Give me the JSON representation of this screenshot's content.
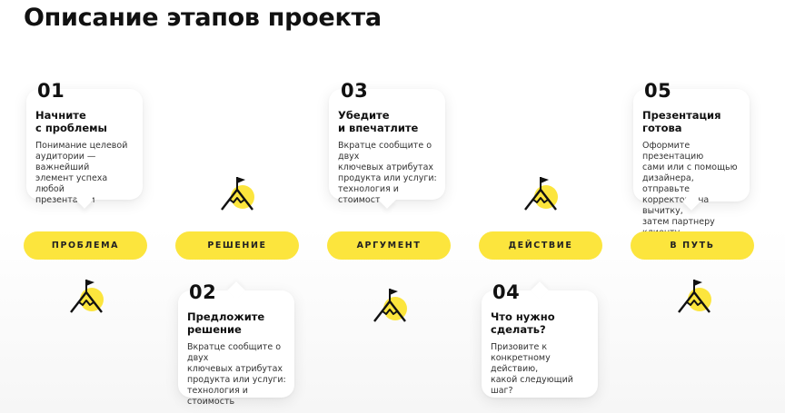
{
  "title": "Описание этапов проекта",
  "accent_color": "#fce53d",
  "stages": [
    {
      "num": "01",
      "title": "Начните\nс проблемы",
      "text": "Понимание целевой\nаудитории — важнейший\nэлемент успеха любой\nпрезентации",
      "pill": "ПРОБЛЕМА"
    },
    {
      "num": "02",
      "title": "Предложите\nрешение",
      "text": "Вкратце сообщите о двух\nключевых атрибутах\nпродукта или услуги:\nтехнология и стоимость",
      "pill": "РЕШЕНИЕ"
    },
    {
      "num": "03",
      "title": "Убедите\nи впечатлите",
      "text": "Вкратце сообщите о двух\nключевых атрибутах\nпродукта или услуги:\nтехнология и стоимость",
      "pill": "АРГУМЕНТ"
    },
    {
      "num": "04",
      "title": "Что нужно сделать?",
      "text": "Призовите к\nконкретному действию,\nкакой следующий шаг?",
      "pill": "ДЕЙСТВИЕ"
    },
    {
      "num": "05",
      "title": "Презентация\nготова",
      "text": "Оформите презентацию\nсами или с помощью\nдизайнера, отправьте\nкорректору на вычитку,\nзатем партнеру клиенту",
      "pill": "В ПУТЬ"
    }
  ],
  "icon_name": "mountain-flag-icon"
}
